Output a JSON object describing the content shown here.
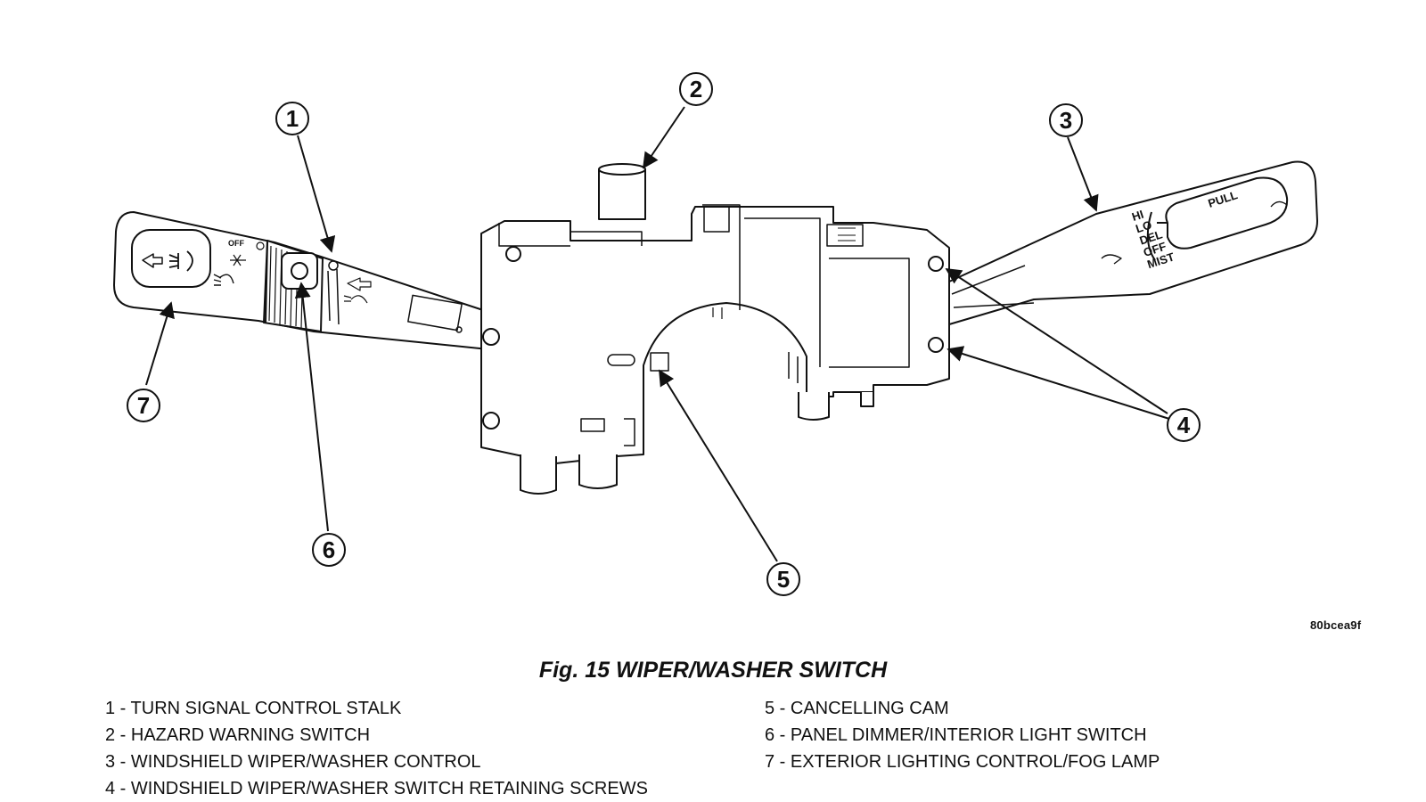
{
  "figure": {
    "code": "80bcea9f",
    "caption": "Fig. 15 WIPER/WASHER SWITCH"
  },
  "callouts": [
    {
      "num": "1"
    },
    {
      "num": "2"
    },
    {
      "num": "3"
    },
    {
      "num": "4"
    },
    {
      "num": "5"
    },
    {
      "num": "6"
    },
    {
      "num": "7"
    }
  ],
  "legend": {
    "left": [
      "1 - TURN SIGNAL CONTROL STALK",
      "2 - HAZARD WARNING SWITCH",
      "3 - WINDSHIELD WIPER/WASHER CONTROL",
      "4 - WINDSHIELD WIPER/WASHER SWITCH RETAINING SCREWS"
    ],
    "right": [
      "5 - CANCELLING CAM",
      "6 - PANEL DIMMER/INTERIOR LIGHT SWITCH",
      "7 - EXTERIOR LIGHTING CONTROL/FOG LAMP"
    ]
  },
  "stalk_labels": {
    "left_off": "OFF",
    "right_hi": "HI",
    "right_lo": "LO",
    "right_del": "DEL",
    "right_off": "OFF",
    "right_mist": "MIST",
    "right_pull": "PULL"
  }
}
